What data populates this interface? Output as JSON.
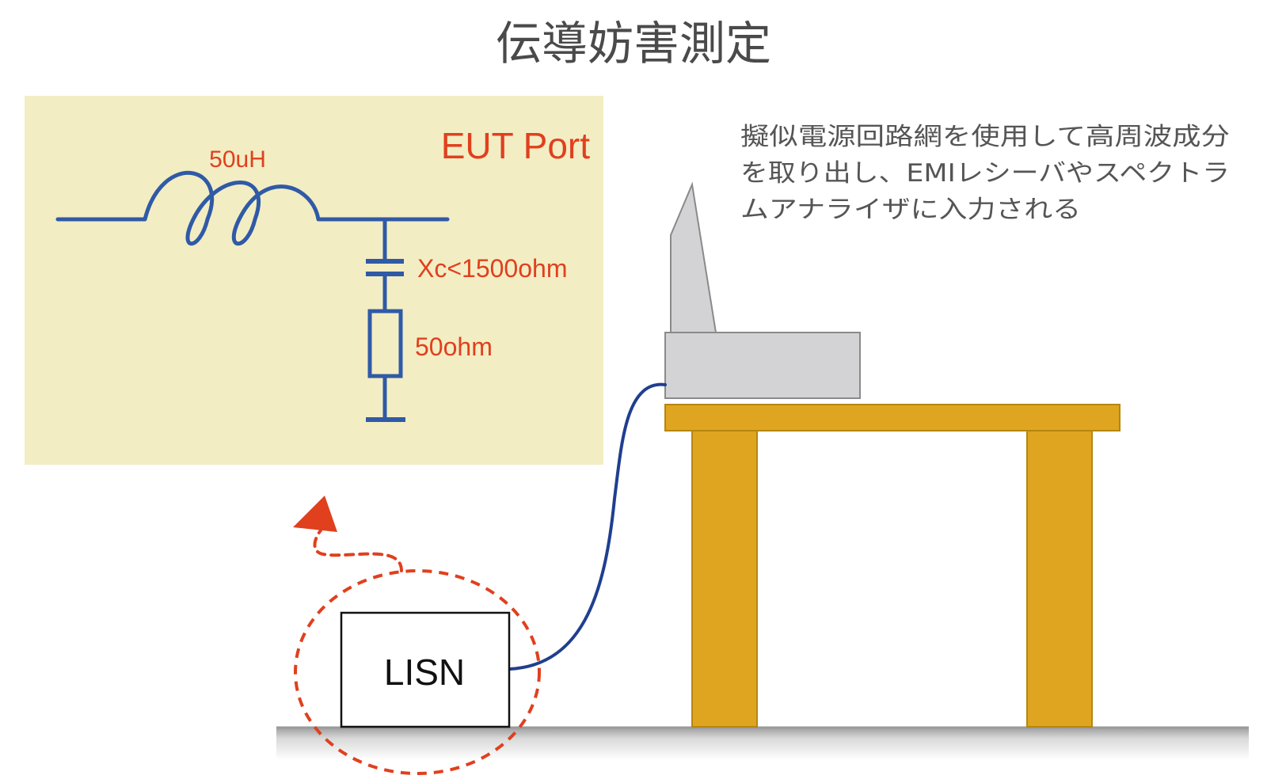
{
  "title": "伝導妨害測定",
  "description": {
    "lines": [
      "擬似電源回路網を使用して高周波成分",
      "を取り出し、EMIレシーバやスペクトラ",
      "ムアナライザに入力される"
    ]
  },
  "circuit": {
    "port_label": "EUT Port",
    "inductor_label": "50uH",
    "capacitor_label": "Xc<1500ohm",
    "resistor_label": "50ohm"
  },
  "lisn": {
    "label": "LISN"
  },
  "colors": {
    "panel_bg": "#f3edc4",
    "circuit_line": "#2f5aa6",
    "label_red": "#e0401e",
    "table_wood": "#e0a520",
    "equipment_gray": "#d3d3d5",
    "cable_blue": "#1f3f8f",
    "floor_gray": "#a8a8a8"
  }
}
